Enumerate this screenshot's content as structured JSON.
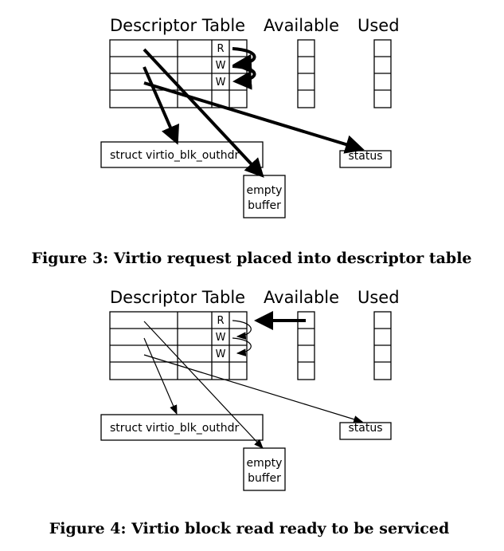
{
  "figure3": {
    "headings": {
      "descriptor_table": "Descriptor Table",
      "available": "Available",
      "used": "Used"
    },
    "flags": [
      "R",
      "W",
      "W"
    ],
    "boxes": {
      "header": "struct virtio_blk_outhdr",
      "buffer_line1": "empty",
      "buffer_line2": "buffer",
      "status": "status"
    },
    "caption": "Figure 3: Virtio request placed into descriptor table"
  },
  "figure4": {
    "headings": {
      "descriptor_table": "Descriptor Table",
      "available": "Available",
      "used": "Used"
    },
    "flags": [
      "R",
      "W",
      "W"
    ],
    "boxes": {
      "header": "struct virtio_blk_outhdr",
      "buffer_line1": "empty",
      "buffer_line2": "buffer",
      "status": "status"
    },
    "caption": "Figure 4: Virtio block read ready to be serviced"
  }
}
